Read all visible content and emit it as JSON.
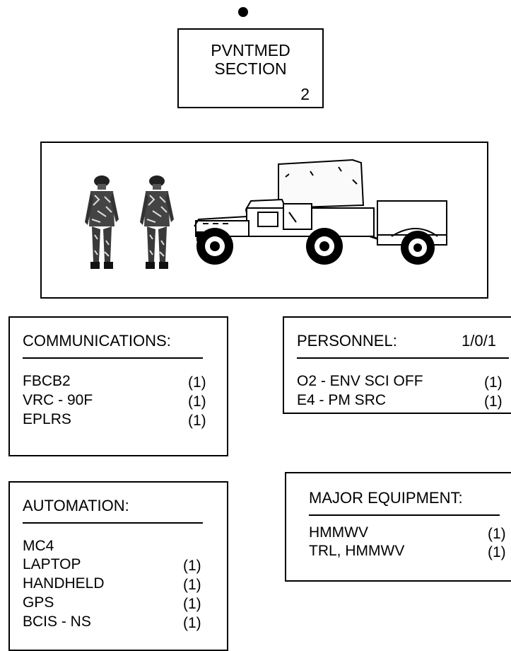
{
  "unit": {
    "line1": "PVNTMED",
    "line2": "SECTION",
    "count": "2"
  },
  "illustration": {
    "soldiers": 2,
    "vehicle": "HMMWV",
    "trailer": "TRL, HMMWV"
  },
  "communications": {
    "title": "COMMUNICATIONS:",
    "items": [
      {
        "name": "FBCB2",
        "qty": "(1)"
      },
      {
        "name": "VRC - 90F",
        "qty": "(1)"
      },
      {
        "name": "EPLRS",
        "qty": "(1)"
      }
    ]
  },
  "personnel": {
    "title": "PERSONNEL:",
    "strength": "1/0/1",
    "items": [
      {
        "name": "O2 - ENV SCI OFF",
        "qty": "(1)"
      },
      {
        "name": "E4 - PM SRC",
        "qty": "(1)"
      }
    ]
  },
  "automation": {
    "title": "AUTOMATION:",
    "items": [
      {
        "name": "MC4",
        "qty": ""
      },
      {
        "name": "LAPTOP",
        "qty": "(1)"
      },
      {
        "name": "HANDHELD",
        "qty": "(1)"
      },
      {
        "name": "GPS",
        "qty": "(1)"
      },
      {
        "name": "BCIS - NS",
        "qty": "(1)"
      }
    ]
  },
  "major_equipment": {
    "title": "MAJOR EQUIPMENT:",
    "items": [
      {
        "name": "HMMWV",
        "qty": "(1)"
      },
      {
        "name": "TRL, HMMWV",
        "qty": "(1)"
      }
    ]
  }
}
